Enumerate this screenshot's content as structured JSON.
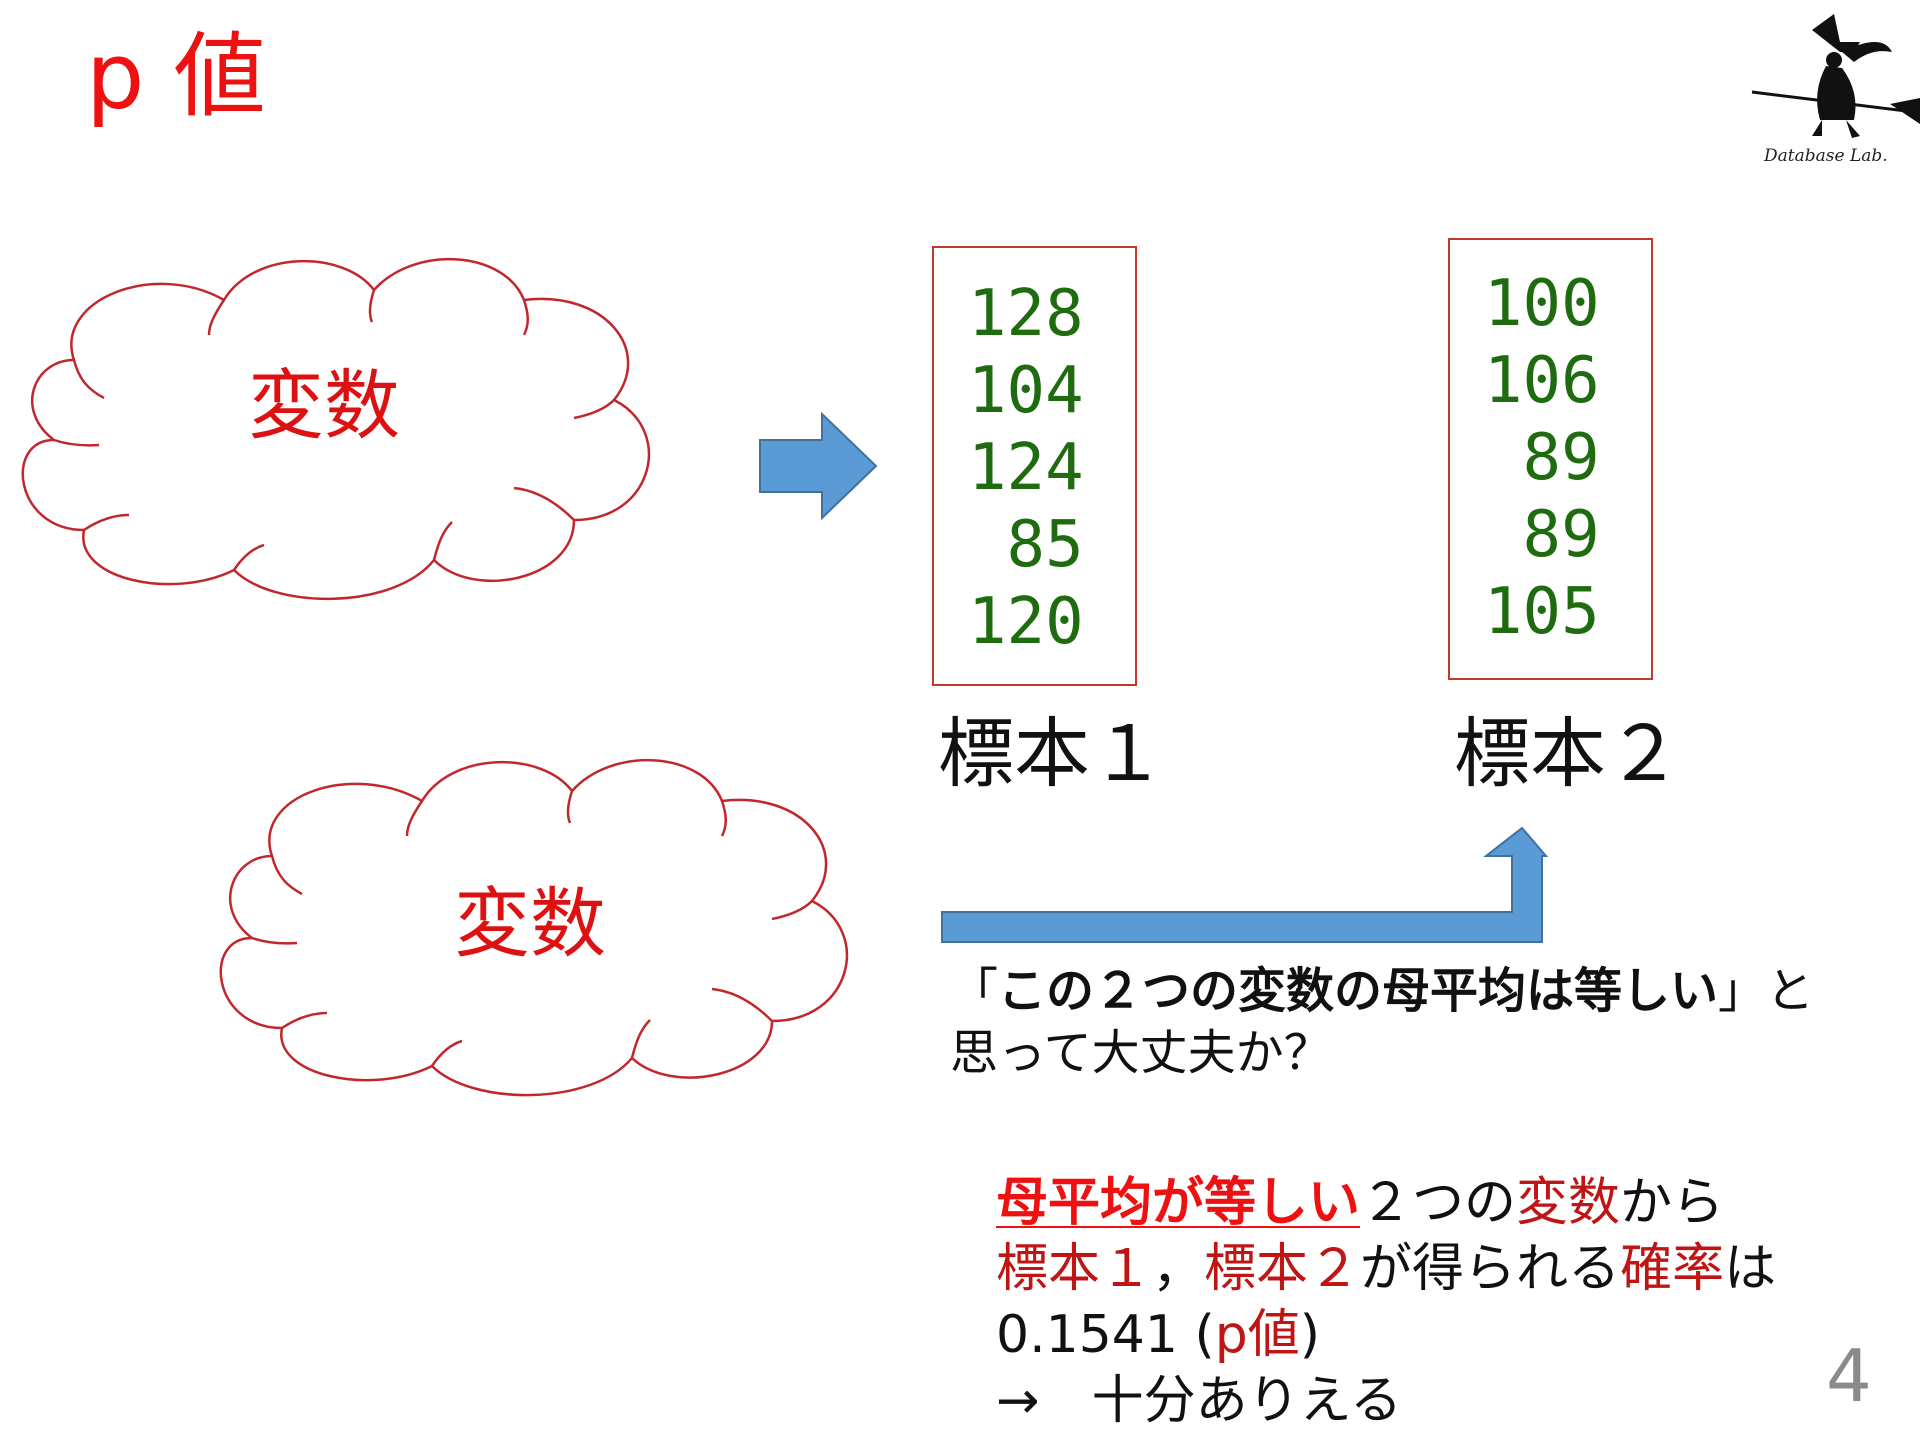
{
  "slide": {
    "title": "p 値",
    "page_number": "4",
    "logo_caption": "Database Lab."
  },
  "clouds": [
    {
      "label": "変数"
    },
    {
      "label": "変数"
    }
  ],
  "samples": [
    {
      "label": "標本１",
      "values": [
        "128",
        "104",
        "124",
        " 85",
        "120"
      ]
    },
    {
      "label": "標本２",
      "values": [
        "100",
        "106",
        " 89",
        " 89",
        "105"
      ]
    }
  ],
  "question": {
    "open_quote": "「",
    "emphasis": "この２つの変数の母平均は等しい",
    "close_quote_suffix": "」と",
    "line2": "思って大丈夫か？"
  },
  "explanation": {
    "line1_emphasis": "母平均が等しい",
    "line1_plain": "２つの",
    "line1_red": "変数",
    "line1_tail": "から",
    "line2_red1": "標本１",
    "line2_sep": "，",
    "line2_red2": "標本２",
    "line2_mid": "が得られる",
    "line2_red3": "確率",
    "line2_tail": "は",
    "line3_value": "0.1541 (",
    "line3_red": "p値",
    "line3_close": ")",
    "line4": "→　十分ありえる"
  },
  "colors": {
    "title": "#ee1111",
    "cloud_stroke": "#c0282d",
    "sample_values": "#1e6b10",
    "arrow_fill": "#5b9bd5",
    "arrow_stroke": "#41719c"
  }
}
